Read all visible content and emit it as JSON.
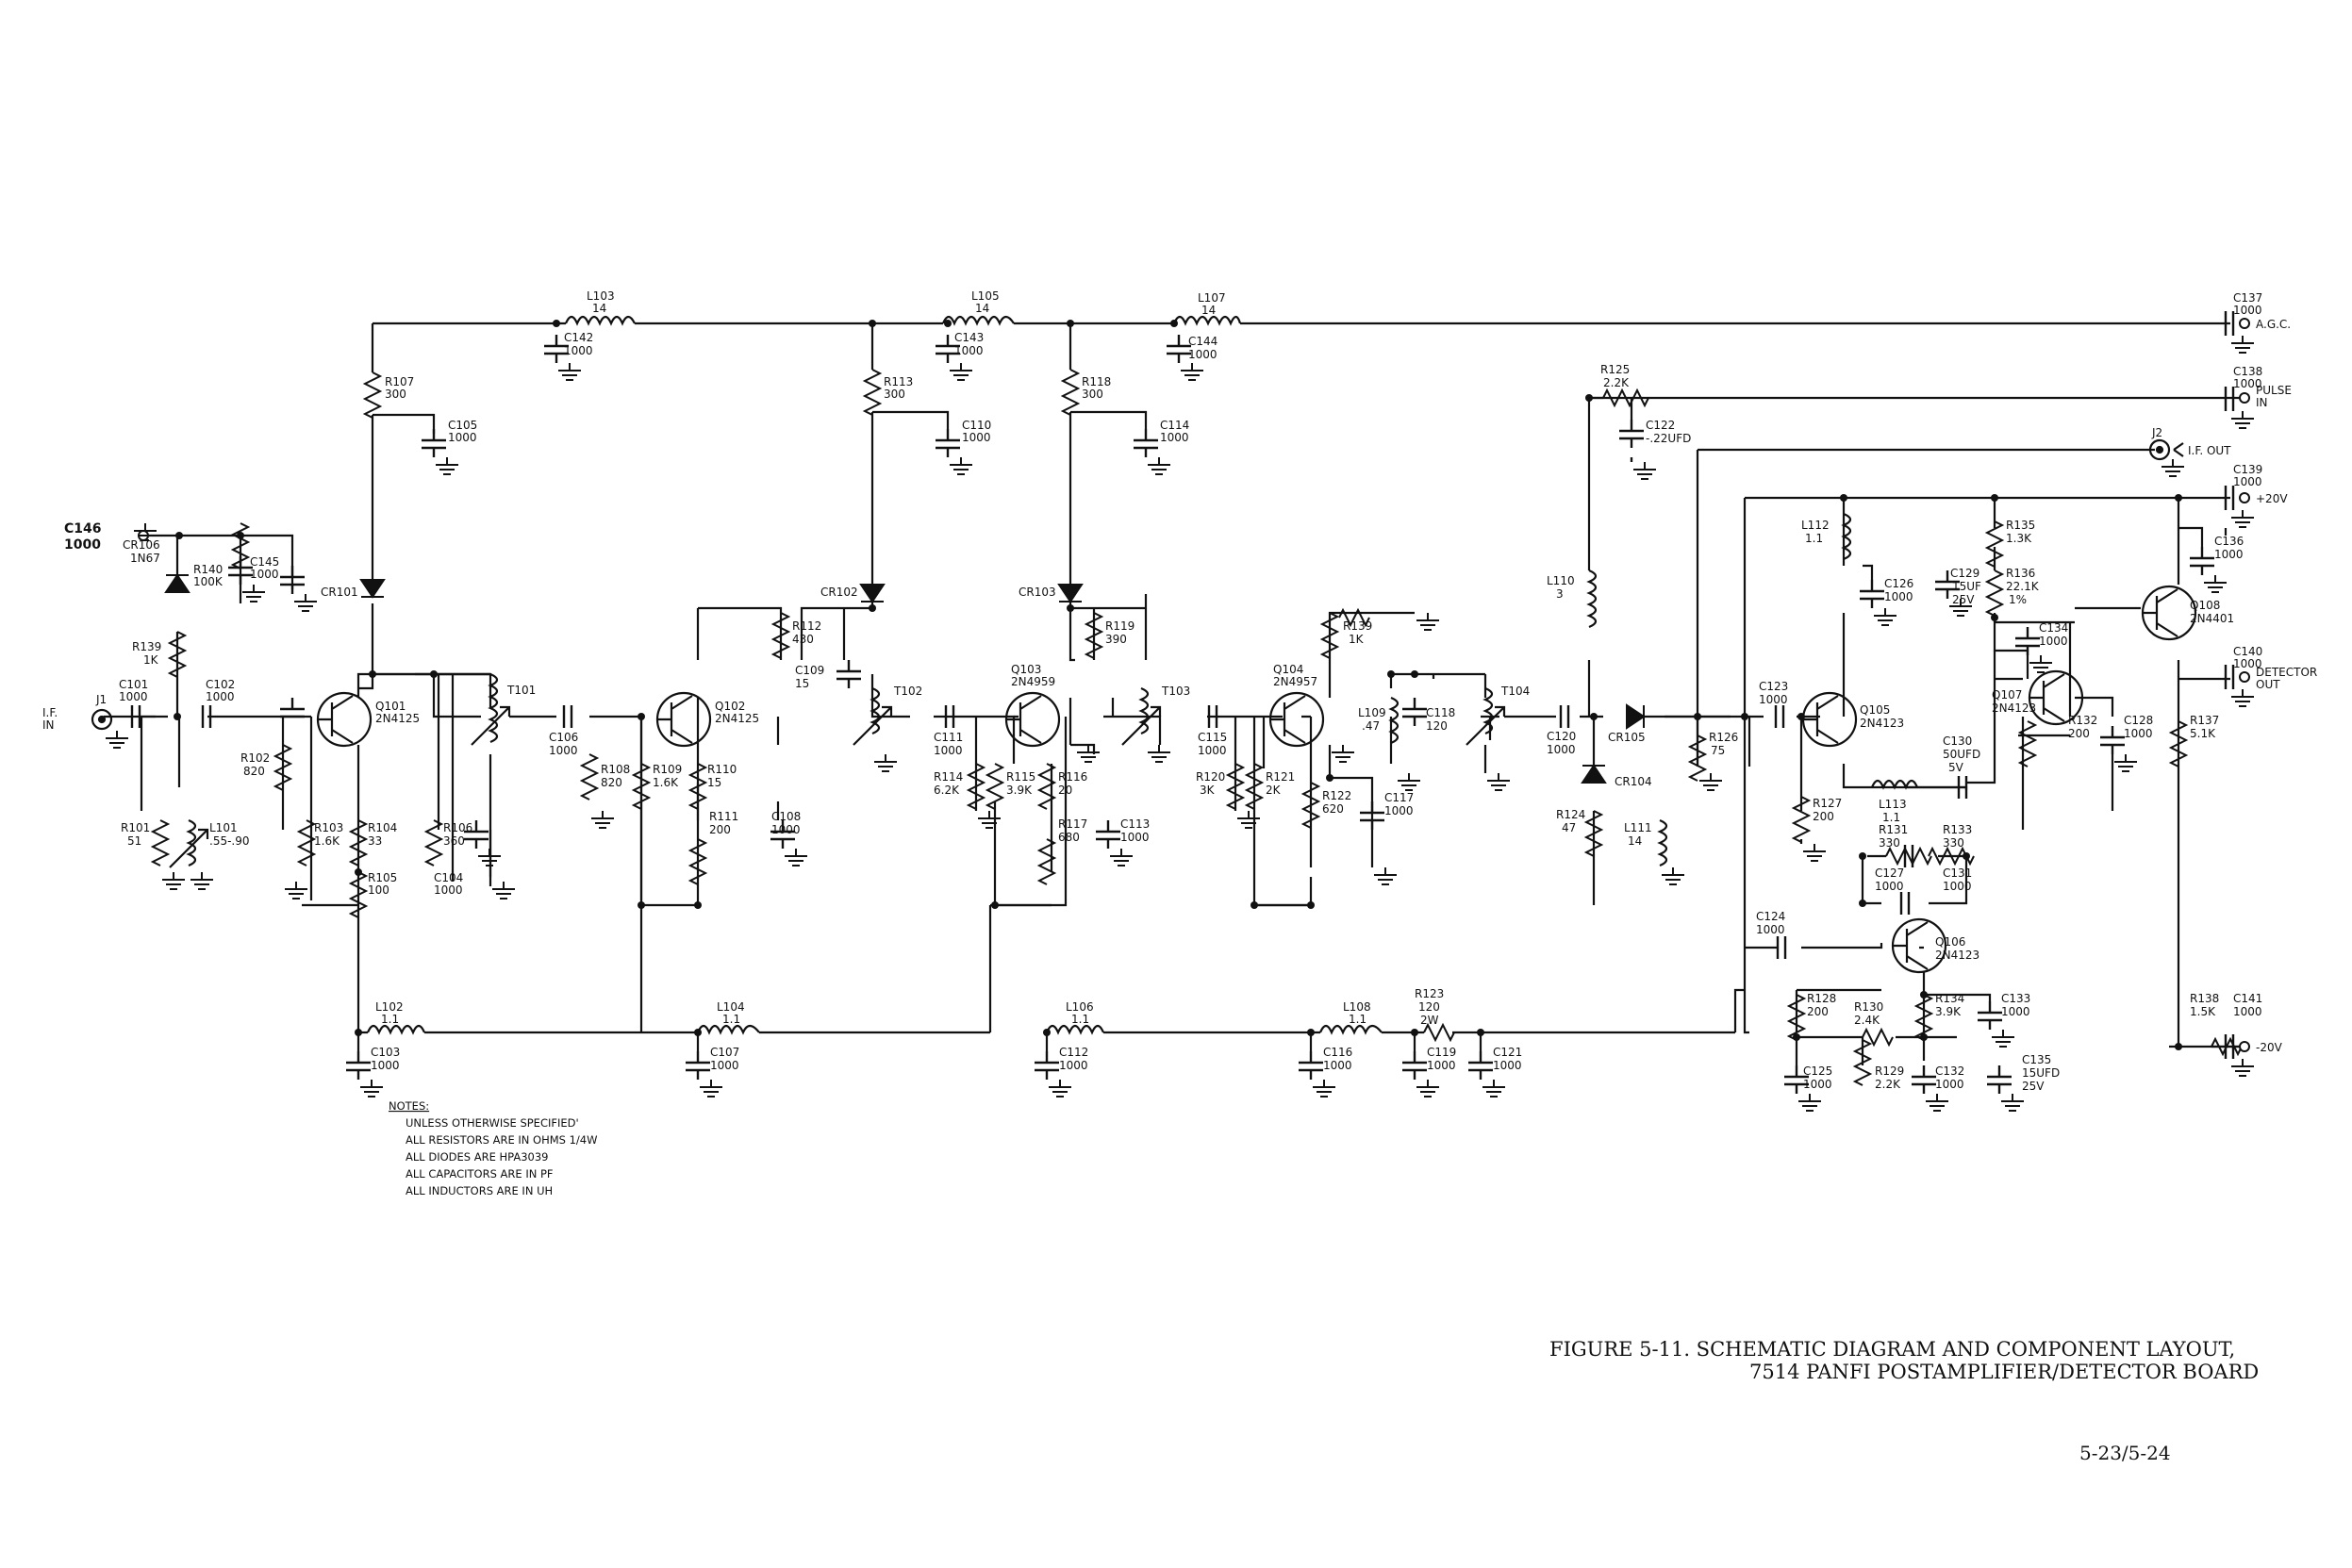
{
  "caption": {
    "line1": "FIGURE 5-11.  SCHEMATIC DIAGRAM AND COMPONENT LAYOUT,",
    "line2": "7514 PANFI POSTAMPLIFIER/DETECTOR BOARD"
  },
  "page_number": "5-23/5-24",
  "notes": {
    "title": "NOTES:",
    "lines": [
      "UNLESS OTHERWISE SPECIFIED'",
      "ALL RESISTORS ARE IN OHMS 1/4W",
      "ALL DIODES ARE HPA3039",
      "ALL CAPACITORS ARE IN PF",
      "ALL INDUCTORS ARE IN UH"
    ]
  },
  "handwritten": {
    "line1": "C146",
    "line2": "1000"
  },
  "terminals": {
    "agc": "A.G.C.",
    "pulse_in_1": "PULSE",
    "pulse_in_2": "IN",
    "if_out": "I.F. OUT",
    "plus20": "+20V",
    "detector_out_1": "DETECTOR",
    "detector_out_2": "OUT",
    "minus20": "-20V",
    "if_in_1": "I.F.",
    "if_in_2": "IN"
  },
  "labels": [
    {
      "id": "l103",
      "t": "L103"
    },
    {
      "id": "l103v",
      "t": "14"
    },
    {
      "id": "c142",
      "t": "C142"
    },
    {
      "id": "c142v",
      "t": "1000"
    },
    {
      "id": "l105",
      "t": "L105"
    },
    {
      "id": "l105v",
      "t": "14"
    },
    {
      "id": "c143",
      "t": "C143"
    },
    {
      "id": "c143v",
      "t": "1000"
    },
    {
      "id": "l107",
      "t": "L107"
    },
    {
      "id": "l107v",
      "t": "14"
    },
    {
      "id": "c144",
      "t": "C144"
    },
    {
      "id": "c144v",
      "t": "1000"
    },
    {
      "id": "c137",
      "t": "C137"
    },
    {
      "id": "c137v",
      "t": "1000"
    },
    {
      "id": "c138",
      "t": "C138"
    },
    {
      "id": "c138v",
      "t": "1000"
    },
    {
      "id": "r107",
      "t": "R107"
    },
    {
      "id": "r107v",
      "t": "300"
    },
    {
      "id": "c105",
      "t": "C105"
    },
    {
      "id": "c105v",
      "t": "1000"
    },
    {
      "id": "r113",
      "t": "R113"
    },
    {
      "id": "r113v",
      "t": "300"
    },
    {
      "id": "c110",
      "t": "C110"
    },
    {
      "id": "c110v",
      "t": "1000"
    },
    {
      "id": "r118",
      "t": "R118"
    },
    {
      "id": "r118v",
      "t": "300"
    },
    {
      "id": "c114",
      "t": "C114"
    },
    {
      "id": "c114v",
      "t": "1000"
    },
    {
      "id": "r125",
      "t": "R125"
    },
    {
      "id": "r125v",
      "t": "2.2K"
    },
    {
      "id": "c122",
      "t": "C122"
    },
    {
      "id": "c122v",
      "t": "-.22UFD"
    },
    {
      "id": "j2",
      "t": "J2"
    },
    {
      "id": "c139",
      "t": "C139"
    },
    {
      "id": "c139v",
      "t": "1000"
    },
    {
      "id": "cr106",
      "t": "CR106"
    },
    {
      "id": "cr106v",
      "t": "1N67"
    },
    {
      "id": "r140",
      "t": "R140"
    },
    {
      "id": "r140v",
      "t": "100K"
    },
    {
      "id": "c145",
      "t": "C145"
    },
    {
      "id": "c145v",
      "t": "1000"
    },
    {
      "id": "cr101",
      "t": "CR101"
    },
    {
      "id": "r139a",
      "t": "R139"
    },
    {
      "id": "r139av",
      "t": "1K"
    },
    {
      "id": "j1",
      "t": "J1"
    },
    {
      "id": "c101",
      "t": "C101"
    },
    {
      "id": "c101v",
      "t": "1000"
    },
    {
      "id": "c102",
      "t": "C102"
    },
    {
      "id": "c102v",
      "t": "1000"
    },
    {
      "id": "q101",
      "t": "Q101"
    },
    {
      "id": "q101v",
      "t": "2N4125"
    },
    {
      "id": "t101",
      "t": "T101"
    },
    {
      "id": "r102",
      "t": "R102"
    },
    {
      "id": "r102v",
      "t": "820"
    },
    {
      "id": "r101",
      "t": "R101"
    },
    {
      "id": "r101v",
      "t": "51"
    },
    {
      "id": "l101",
      "t": "L101"
    },
    {
      "id": "l101v",
      "t": ".55-.90"
    },
    {
      "id": "r103",
      "t": "R103"
    },
    {
      "id": "r103v",
      "t": "1.6K"
    },
    {
      "id": "r104",
      "t": "R104"
    },
    {
      "id": "r104v",
      "t": "33"
    },
    {
      "id": "r106",
      "t": "R106"
    },
    {
      "id": "r106v",
      "t": "360"
    },
    {
      "id": "r105",
      "t": "R105"
    },
    {
      "id": "r105v",
      "t": "100"
    },
    {
      "id": "c104",
      "t": "C104"
    },
    {
      "id": "c104v",
      "t": "1000"
    },
    {
      "id": "c106",
      "t": "C106"
    },
    {
      "id": "c106v",
      "t": "1000"
    },
    {
      "id": "r108",
      "t": "R108"
    },
    {
      "id": "r108v",
      "t": "820"
    },
    {
      "id": "q102",
      "t": "Q102"
    },
    {
      "id": "q102v",
      "t": "2N4125"
    },
    {
      "id": "r109",
      "t": "R109"
    },
    {
      "id": "r109v",
      "t": "1.6K"
    },
    {
      "id": "r110",
      "t": "R110"
    },
    {
      "id": "r110v",
      "t": "15"
    },
    {
      "id": "r111",
      "t": "R111"
    },
    {
      "id": "r111v",
      "t": "200"
    },
    {
      "id": "c108",
      "t": "C108"
    },
    {
      "id": "c108v",
      "t": "1000"
    },
    {
      "id": "r112",
      "t": "R112"
    },
    {
      "id": "r112v",
      "t": "430"
    },
    {
      "id": "cr102",
      "t": "CR102"
    },
    {
      "id": "c109",
      "t": "C109"
    },
    {
      "id": "c109v",
      "t": "15"
    },
    {
      "id": "t102",
      "t": "T102"
    },
    {
      "id": "c111",
      "t": "C111"
    },
    {
      "id": "c111v",
      "t": "1000"
    },
    {
      "id": "r114",
      "t": "R114"
    },
    {
      "id": "r114v",
      "t": "6.2K"
    },
    {
      "id": "r115",
      "t": "R115"
    },
    {
      "id": "r115v",
      "t": "3.9K"
    },
    {
      "id": "q103",
      "t": "Q103"
    },
    {
      "id": "q103v",
      "t": "2N4959"
    },
    {
      "id": "r116",
      "t": "R116"
    },
    {
      "id": "r116v",
      "t": "20"
    },
    {
      "id": "r117",
      "t": "R117"
    },
    {
      "id": "r117v",
      "t": "680"
    },
    {
      "id": "c113",
      "t": "C113"
    },
    {
      "id": "c113v",
      "t": "1000"
    },
    {
      "id": "cr103",
      "t": "CR103"
    },
    {
      "id": "r119",
      "t": "R119"
    },
    {
      "id": "r119v",
      "t": "390"
    },
    {
      "id": "t103",
      "t": "T103"
    },
    {
      "id": "c115",
      "t": "C115"
    },
    {
      "id": "c115v",
      "t": "1000"
    },
    {
      "id": "r120",
      "t": "R120"
    },
    {
      "id": "r120v",
      "t": "3K"
    },
    {
      "id": "r121",
      "t": "R121"
    },
    {
      "id": "r121v",
      "t": "2K"
    },
    {
      "id": "q104",
      "t": "Q104"
    },
    {
      "id": "q104v",
      "t": "2N4957"
    },
    {
      "id": "r139b",
      "t": "R139"
    },
    {
      "id": "r139bv",
      "t": "1K"
    },
    {
      "id": "r122",
      "t": "R122"
    },
    {
      "id": "r122v",
      "t": "620"
    },
    {
      "id": "c117",
      "t": "C117"
    },
    {
      "id": "c117v",
      "t": "1000"
    },
    {
      "id": "l109",
      "t": "L109"
    },
    {
      "id": "l109v",
      "t": ".47"
    },
    {
      "id": "c118",
      "t": "C118"
    },
    {
      "id": "c118v",
      "t": "120"
    },
    {
      "id": "t104",
      "t": "T104"
    },
    {
      "id": "l110",
      "t": "L110"
    },
    {
      "id": "l110v",
      "t": "3"
    },
    {
      "id": "c120",
      "t": "C120"
    },
    {
      "id": "c120v",
      "t": "1000"
    },
    {
      "id": "cr105",
      "t": "CR105"
    },
    {
      "id": "cr104",
      "t": "CR104"
    },
    {
      "id": "r124",
      "t": "R124"
    },
    {
      "id": "r124v",
      "t": "47"
    },
    {
      "id": "l111",
      "t": "L111"
    },
    {
      "id": "l111v",
      "t": "14"
    },
    {
      "id": "r126",
      "t": "R126"
    },
    {
      "id": "r126v",
      "t": "75"
    },
    {
      "id": "c123",
      "t": "C123"
    },
    {
      "id": "c123v",
      "t": "1000"
    },
    {
      "id": "r127",
      "t": "R127"
    },
    {
      "id": "r127v",
      "t": "200"
    },
    {
      "id": "l112",
      "t": "L112"
    },
    {
      "id": "l112v",
      "t": "1.1"
    },
    {
      "id": "c126",
      "t": "C126"
    },
    {
      "id": "c126v",
      "t": "1000"
    },
    {
      "id": "q105",
      "t": "Q105"
    },
    {
      "id": "q105v",
      "t": "2N4123"
    },
    {
      "id": "c129",
      "t": "C129"
    },
    {
      "id": "c129v",
      "t": "15UF"
    },
    {
      "id": "c129w",
      "t": "25V"
    },
    {
      "id": "r135",
      "t": "R135"
    },
    {
      "id": "r135v",
      "t": "1.3K"
    },
    {
      "id": "r136",
      "t": "R136"
    },
    {
      "id": "r136v",
      "t": "22.1K"
    },
    {
      "id": "r136w",
      "t": "1%"
    },
    {
      "id": "c134",
      "t": "C134"
    },
    {
      "id": "c134v",
      "t": "1000"
    },
    {
      "id": "c136",
      "t": "C136"
    },
    {
      "id": "c136v",
      "t": "1000"
    },
    {
      "id": "q108",
      "t": "Q108"
    },
    {
      "id": "q108v",
      "t": "2N4401"
    },
    {
      "id": "q107",
      "t": "Q107"
    },
    {
      "id": "q107v",
      "t": "2N4123"
    },
    {
      "id": "c130",
      "t": "C130"
    },
    {
      "id": "c130v",
      "t": "50UFD"
    },
    {
      "id": "c130w",
      "t": "5V"
    },
    {
      "id": "r132",
      "t": "R132"
    },
    {
      "id": "r132v",
      "t": "200"
    },
    {
      "id": "c128",
      "t": "C128"
    },
    {
      "id": "c128v",
      "t": "1000"
    },
    {
      "id": "r137",
      "t": "R137"
    },
    {
      "id": "r137v",
      "t": "5.1K"
    },
    {
      "id": "c140",
      "t": "C140"
    },
    {
      "id": "c140v",
      "t": "1000"
    },
    {
      "id": "l113",
      "t": "L113"
    },
    {
      "id": "l113v",
      "t": "1.1"
    },
    {
      "id": "r131",
      "t": "R131"
    },
    {
      "id": "r131v",
      "t": "330"
    },
    {
      "id": "r133",
      "t": "R133"
    },
    {
      "id": "r133v",
      "t": "330"
    },
    {
      "id": "c127",
      "t": "C127"
    },
    {
      "id": "c127v",
      "t": "1000"
    },
    {
      "id": "c131",
      "t": "C131"
    },
    {
      "id": "c131v",
      "t": "1000"
    },
    {
      "id": "c124",
      "t": "C124"
    },
    {
      "id": "c124v",
      "t": "1000"
    },
    {
      "id": "q106",
      "t": "Q106"
    },
    {
      "id": "q106v",
      "t": "2N4123"
    },
    {
      "id": "r128",
      "t": "R128"
    },
    {
      "id": "r128v",
      "t": "200"
    },
    {
      "id": "r130",
      "t": "R130"
    },
    {
      "id": "r130v",
      "t": "2.4K"
    },
    {
      "id": "r134",
      "t": "R134"
    },
    {
      "id": "r134v",
      "t": "3.9K"
    },
    {
      "id": "c133",
      "t": "C133"
    },
    {
      "id": "c133v",
      "t": "1000"
    },
    {
      "id": "r138",
      "t": "R138"
    },
    {
      "id": "r138v",
      "t": "1.5K"
    },
    {
      "id": "c141",
      "t": "C141"
    },
    {
      "id": "c141v",
      "t": "1000"
    },
    {
      "id": "c125",
      "t": "C125"
    },
    {
      "id": "c125v",
      "t": "1000"
    },
    {
      "id": "r129",
      "t": "R129"
    },
    {
      "id": "r129v",
      "t": "2.2K"
    },
    {
      "id": "c132",
      "t": "C132"
    },
    {
      "id": "c132v",
      "t": "1000"
    },
    {
      "id": "c135",
      "t": "C135"
    },
    {
      "id": "c135v",
      "t": "15UFD"
    },
    {
      "id": "c135w",
      "t": "25V"
    },
    {
      "id": "l102",
      "t": "L102"
    },
    {
      "id": "l102v",
      "t": "1.1"
    },
    {
      "id": "c103",
      "t": "C103"
    },
    {
      "id": "c103v",
      "t": "1000"
    },
    {
      "id": "l104",
      "t": "L104"
    },
    {
      "id": "l104v",
      "t": "1.1"
    },
    {
      "id": "c107",
      "t": "C107"
    },
    {
      "id": "c107v",
      "t": "1000"
    },
    {
      "id": "l106",
      "t": "L106"
    },
    {
      "id": "l106v",
      "t": "1.1"
    },
    {
      "id": "c112",
      "t": "C112"
    },
    {
      "id": "c112v",
      "t": "1000"
    },
    {
      "id": "l108",
      "t": "L108"
    },
    {
      "id": "l108v",
      "t": "1.1"
    },
    {
      "id": "r123",
      "t": "R123"
    },
    {
      "id": "r123v",
      "t": "120"
    },
    {
      "id": "r123w",
      "t": "2W"
    },
    {
      "id": "c116",
      "t": "C116"
    },
    {
      "id": "c116v",
      "t": "1000"
    },
    {
      "id": "c119",
      "t": "C119"
    },
    {
      "id": "c119v",
      "t": "1000"
    },
    {
      "id": "c121",
      "t": "C121"
    },
    {
      "id": "c121v",
      "t": "1000"
    }
  ]
}
